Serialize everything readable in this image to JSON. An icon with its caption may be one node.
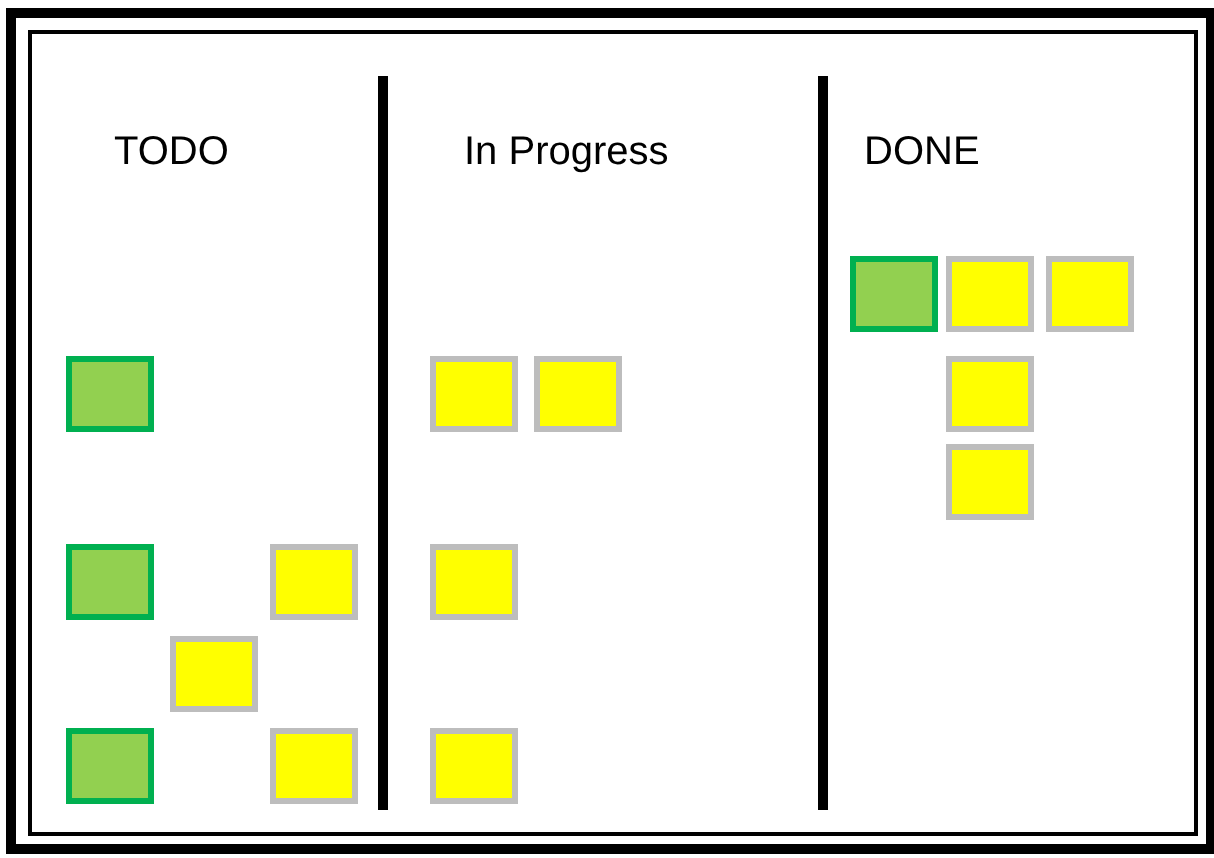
{
  "diagram": {
    "nodes": [
      {
        "text": [
          "TODO"
        ]
      },
      {
        "text": [
          "In Progress"
        ]
      },
      {
        "text": [
          "DONE"
        ]
      },
      {
        "text": [],
        "shape": "box",
        "in": 0
      },
      {
        "text": [],
        "shape": "box",
        "in": 0
      },
      {
        "text": [],
        "shape": "box",
        "in": 0
      },
      {
        "text": [],
        "shape": "box",
        "in": 0
      },
      {
        "text": [],
        "shape": "box",
        "in": 0
      },
      {
        "text": [],
        "shape": "box",
        "in": 0
      },
      {
        "text": [],
        "shape": "box",
        "in": 1
      },
      {
        "text": [],
        "shape": "box",
        "in": 1
      },
      {
        "text": [],
        "shape": "box",
        "in": 1
      },
      {
        "text": [],
        "shape": "box",
        "in": 1
      },
      {
        "text": [],
        "shape": "box",
        "in": 2
      },
      {
        "text": [],
        "shape": "box",
        "in": 2
      },
      {
        "text": [],
        "shape": "box",
        "in": 2
      },
      {
        "text": [],
        "shape": "box",
        "in": 2
      },
      {
        "text": [],
        "shape": "box",
        "in": 2
      }
    ]
  }
}
